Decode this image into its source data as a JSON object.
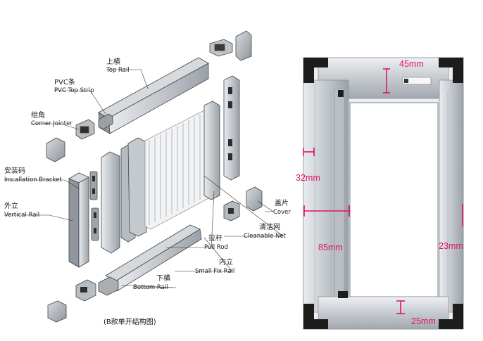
{
  "labels": {
    "top_rail": {
      "cn": "上横",
      "en": "Top Rail"
    },
    "pvc_top_strip": {
      "cn": "PVC条",
      "en": "PVC Top Strip"
    },
    "corner_jointer": {
      "cn": "组角",
      "en": "Corner Jointer"
    },
    "installation_bracket": {
      "cn": "安装码",
      "en": "Ins:allation Bracket"
    },
    "vertical_rail": {
      "cn": "外立",
      "en": "Vertical Rail"
    },
    "cover": {
      "cn": "盖片",
      "en": "Cover"
    },
    "cleanable_net": {
      "cn": "清洁网",
      "en": "Cleanable Net"
    },
    "pull_rod": {
      "cn": "拉杆",
      "en": "Pull Rod"
    },
    "small_fix_rail": {
      "cn": "内立",
      "en": "Small Fix Rail"
    },
    "bottom_rail": {
      "cn": "下横",
      "en": "Bottom Rail"
    }
  },
  "caption": "(B款单开结构图)",
  "dimensions": {
    "top": "45mm",
    "left": "32mm",
    "bottom_left": "85mm",
    "right": "23mm",
    "bottom": "25mm"
  },
  "colors": {
    "dimension_text": "#e0136a",
    "aluminium": "#c9cdd1",
    "corner_black": "#1d1d1d"
  }
}
